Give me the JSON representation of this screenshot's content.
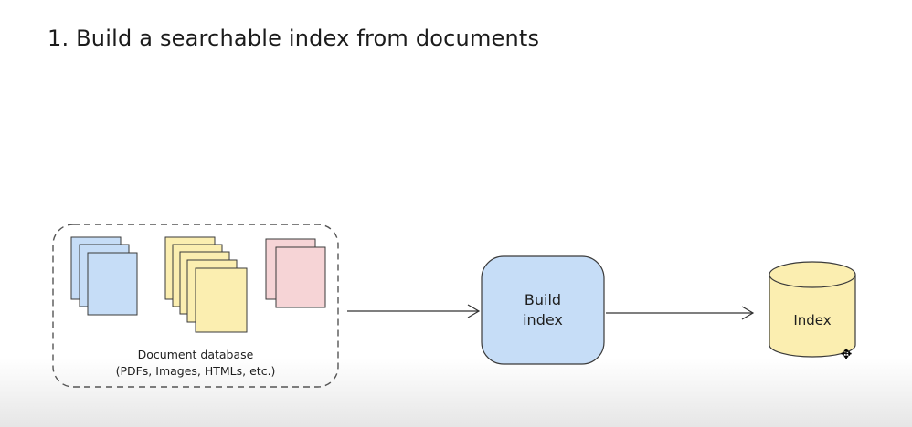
{
  "title": "1. Build a searchable index from documents",
  "document_database": {
    "label_line1": "Document database",
    "label_line2": "(PDFs, Images, HTMLs, etc.)",
    "stacks": [
      {
        "name": "blue-doc-stack",
        "fill": "#c6ddf7",
        "count": 3
      },
      {
        "name": "yellow-doc-stack",
        "fill": "#fbeeb0",
        "count": 5
      },
      {
        "name": "pink-doc-stack",
        "fill": "#f6d4d6",
        "count": 2
      }
    ]
  },
  "build_index": {
    "label_line1": "Build",
    "label_line2": "index",
    "fill": "#c6ddf7"
  },
  "index_store": {
    "label": "Index",
    "fill": "#fbeeb0"
  },
  "cursor_icon": "move-cursor-icon"
}
